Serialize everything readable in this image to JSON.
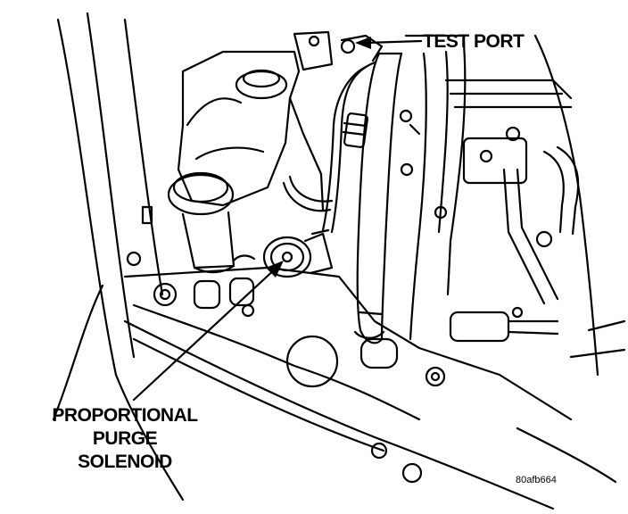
{
  "labels": {
    "test_port": "TEST PORT",
    "purge_solenoid": [
      "PROPORTIONAL",
      "PURGE",
      "SOLENOID"
    ],
    "figure_code": "80afb664"
  },
  "colors": {
    "ink": "#000000",
    "paper": "#ffffff"
  }
}
